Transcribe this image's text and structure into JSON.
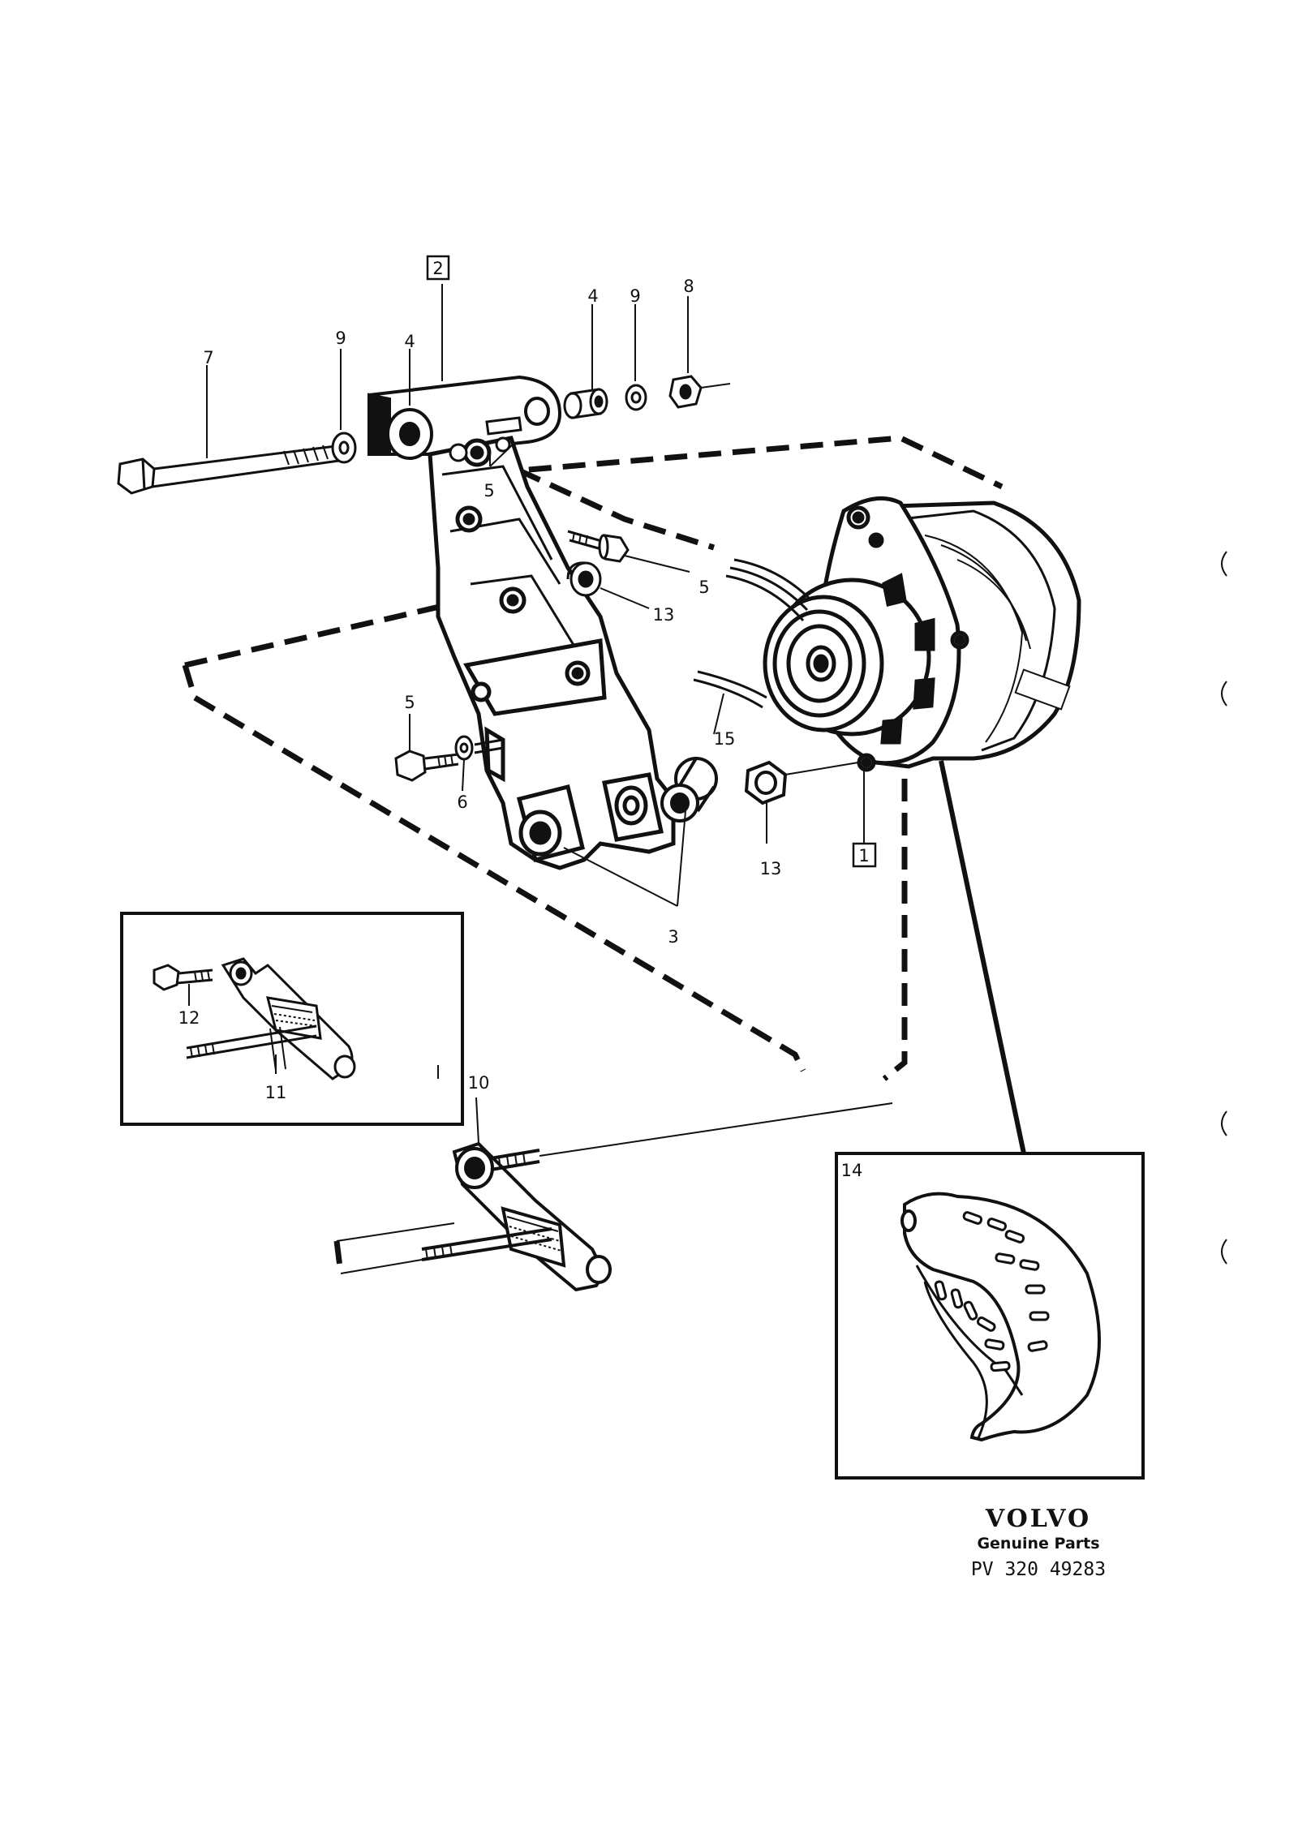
{
  "callouts": {
    "c1": "1",
    "c2": "2",
    "c3": "3",
    "c4a": "4",
    "c4b": "4",
    "c5a": "5",
    "c5b": "5",
    "c5c": "5",
    "c6": "6",
    "c7": "7",
    "c8": "8",
    "c9a": "9",
    "c9b": "9",
    "c10": "10",
    "c11": "11",
    "c12": "12",
    "c13a": "13",
    "c13b": "13",
    "c14": "14",
    "c15": "15"
  },
  "brand": {
    "logo_text": "VOLVO",
    "tagline": "Genuine Parts",
    "code": "PV 320  49283"
  },
  "colors": {
    "ink": "#111111",
    "paper": "#ffffff"
  }
}
